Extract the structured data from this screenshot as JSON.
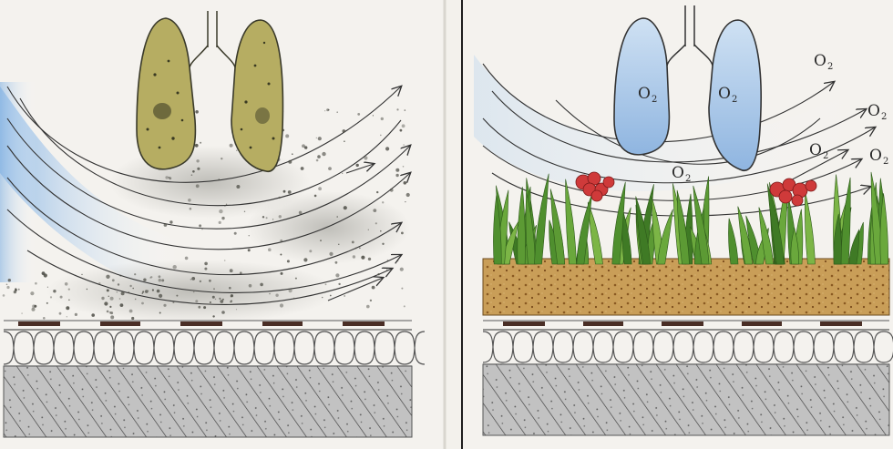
{
  "colors": {
    "background": "#f3f1ec",
    "divider": "#1e1e1e",
    "sky_blue": "#9fc4e6",
    "lungs_polluted": "#b9b067",
    "lungs_clean": "#a9c9ea",
    "particles": "#5a5a52",
    "smog": "#8d8d86",
    "grass": "#5f9a3a",
    "flowers": "#cf3a3a",
    "soil": "#c9a15e",
    "membrane": "#4a2e26",
    "insulation_line": "#555555",
    "concrete": "#b7b7b7"
  },
  "panels": [
    {
      "id": "polluted-roof",
      "layers": [
        "particles",
        "membrane",
        "insulation",
        "concrete"
      ]
    },
    {
      "id": "green-roof",
      "layers": [
        "vegetation",
        "soil",
        "membrane",
        "insulation",
        "concrete"
      ]
    }
  ],
  "labels": {
    "o2_main": "O",
    "o2_sub": "2"
  },
  "icons": [
    "lungs-icon",
    "arrow-icon",
    "flower-icon"
  ]
}
